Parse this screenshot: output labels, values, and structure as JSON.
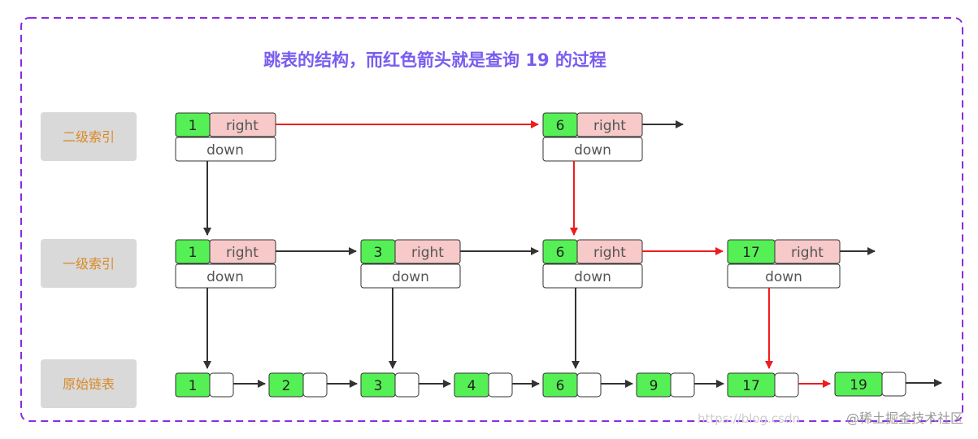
{
  "title": "跳表的结构，而红色箭头就是查询 19 的过程",
  "level_labels": [
    "二级索引",
    "一级索引",
    "原始链表"
  ],
  "right_label": "right",
  "down_label": "down",
  "level2_nodes": [
    "1",
    "6"
  ],
  "level1_nodes": [
    "1",
    "3",
    "6",
    "17"
  ],
  "base_nodes": [
    "1",
    "2",
    "3",
    "4",
    "6",
    "9",
    "17",
    "19"
  ],
  "colors": {
    "frame": "#8a2be2",
    "title": "#7a5cf0",
    "label_bg": "#d9d9d9",
    "label_text": "#d98a28",
    "node_green": "#55f055",
    "node_right_pink": "#f7c9c9",
    "arrow_black": "#333333",
    "arrow_red": "#ee1c1c"
  },
  "watermarks": [
    "https://blog.csdn",
    "@稀土掘金技术社区"
  ]
}
